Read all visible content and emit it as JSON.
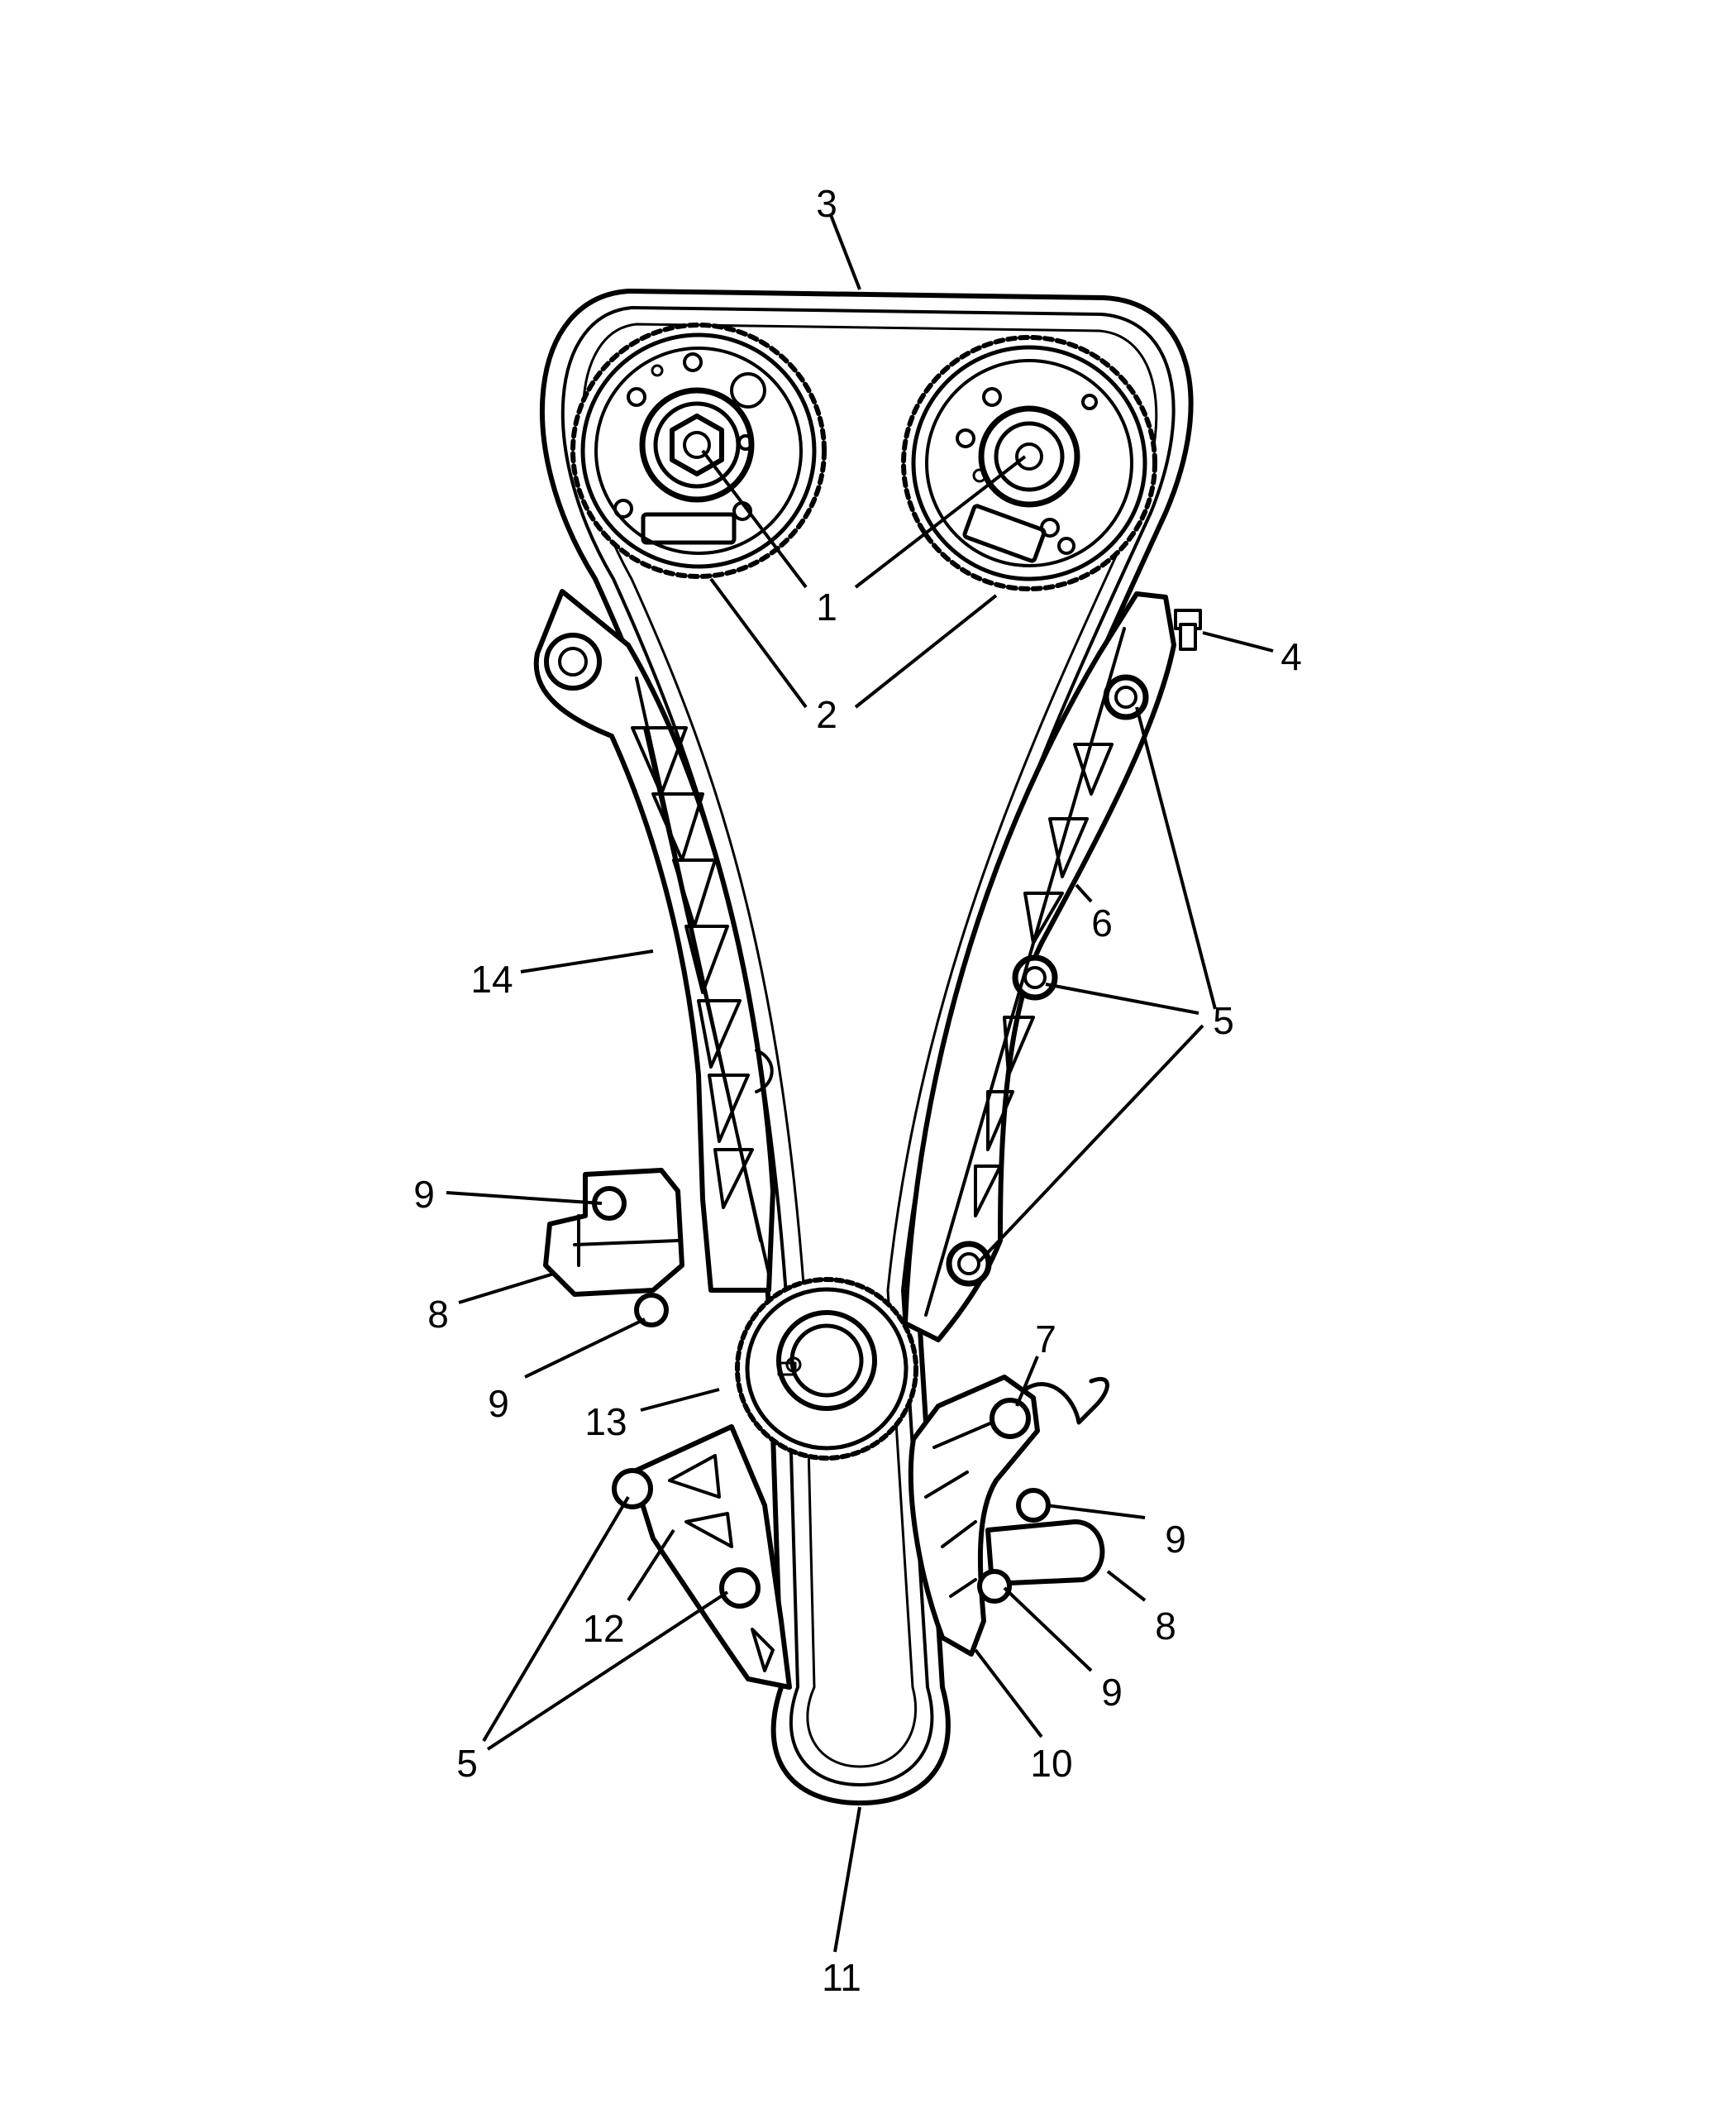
{
  "callouts": [
    {
      "id": "c1",
      "text": "1"
    },
    {
      "id": "c2",
      "text": "2"
    },
    {
      "id": "c3",
      "text": "3"
    },
    {
      "id": "c4",
      "text": "4"
    },
    {
      "id": "c5a",
      "text": "5"
    },
    {
      "id": "c5b",
      "text": "5"
    },
    {
      "id": "c6",
      "text": "6"
    },
    {
      "id": "c7",
      "text": "7"
    },
    {
      "id": "c8a",
      "text": "8"
    },
    {
      "id": "c8b",
      "text": "8"
    },
    {
      "id": "c9a",
      "text": "9"
    },
    {
      "id": "c9b",
      "text": "9"
    },
    {
      "id": "c9c",
      "text": "9"
    },
    {
      "id": "c9d",
      "text": "9"
    },
    {
      "id": "c10",
      "text": "10"
    },
    {
      "id": "c11",
      "text": "11"
    },
    {
      "id": "c12",
      "text": "12"
    },
    {
      "id": "c13",
      "text": "13"
    },
    {
      "id": "c14",
      "text": "14"
    }
  ]
}
